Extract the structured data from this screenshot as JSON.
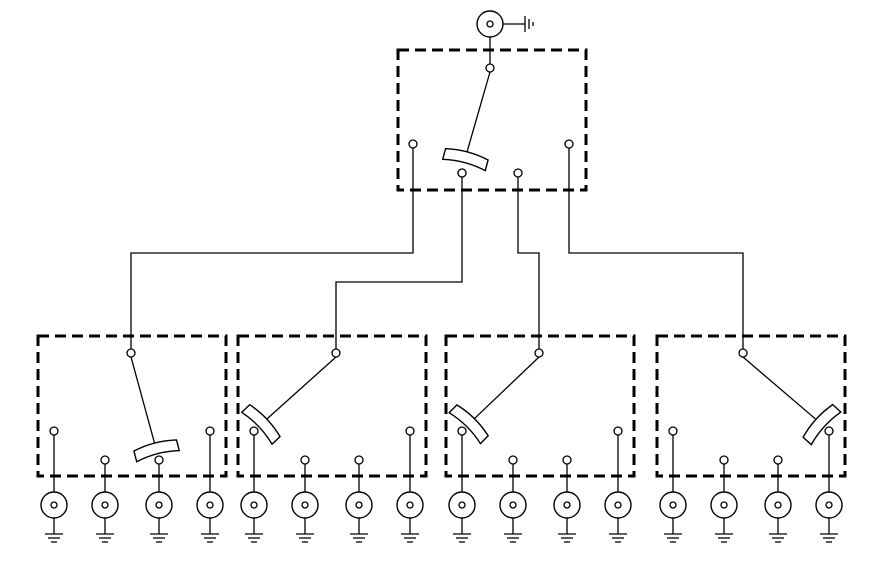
{
  "diagram": {
    "description_kind": "switch-tree",
    "colors": {
      "stroke": "#000000",
      "background": "#ffffff"
    },
    "levels": 2,
    "top_switch": {
      "positions": 4,
      "selected": 2,
      "input": "coaxial-connector-with-ground"
    },
    "bottom_switches": [
      {
        "positions": 4,
        "selected": 3
      },
      {
        "positions": 4,
        "selected": 1
      },
      {
        "positions": 4,
        "selected": 1
      },
      {
        "positions": 4,
        "selected": 4
      }
    ],
    "outputs": {
      "count": 16,
      "terminal": "coaxial-connector-with-ground"
    }
  }
}
